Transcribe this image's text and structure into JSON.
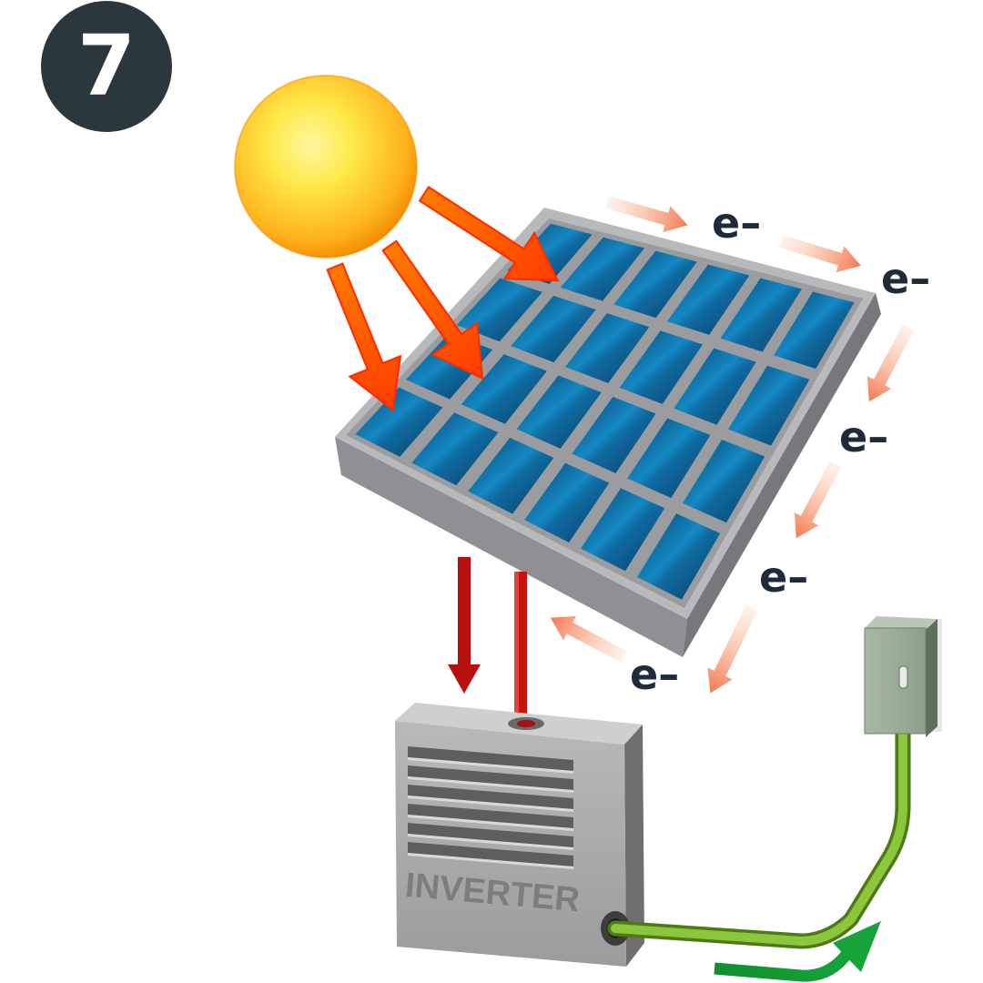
{
  "step": {
    "number": "7"
  },
  "inverter": {
    "label": "INVERTER"
  },
  "electrons": {
    "label": "e–"
  },
  "colors": {
    "badge": "#2a383d",
    "sun_core": "#ffe94a",
    "sun_edge": "#f08a00",
    "ray": "#ff4a00",
    "panel_cell": "#0d5a86",
    "panel_frame": "#a9aaad",
    "dc_wire": "#c81313",
    "ac_wire": "#7db326",
    "flow_arrow": "#139f35",
    "electron_arrow": "#f48c63",
    "electron_text": "#1f2b3a"
  }
}
